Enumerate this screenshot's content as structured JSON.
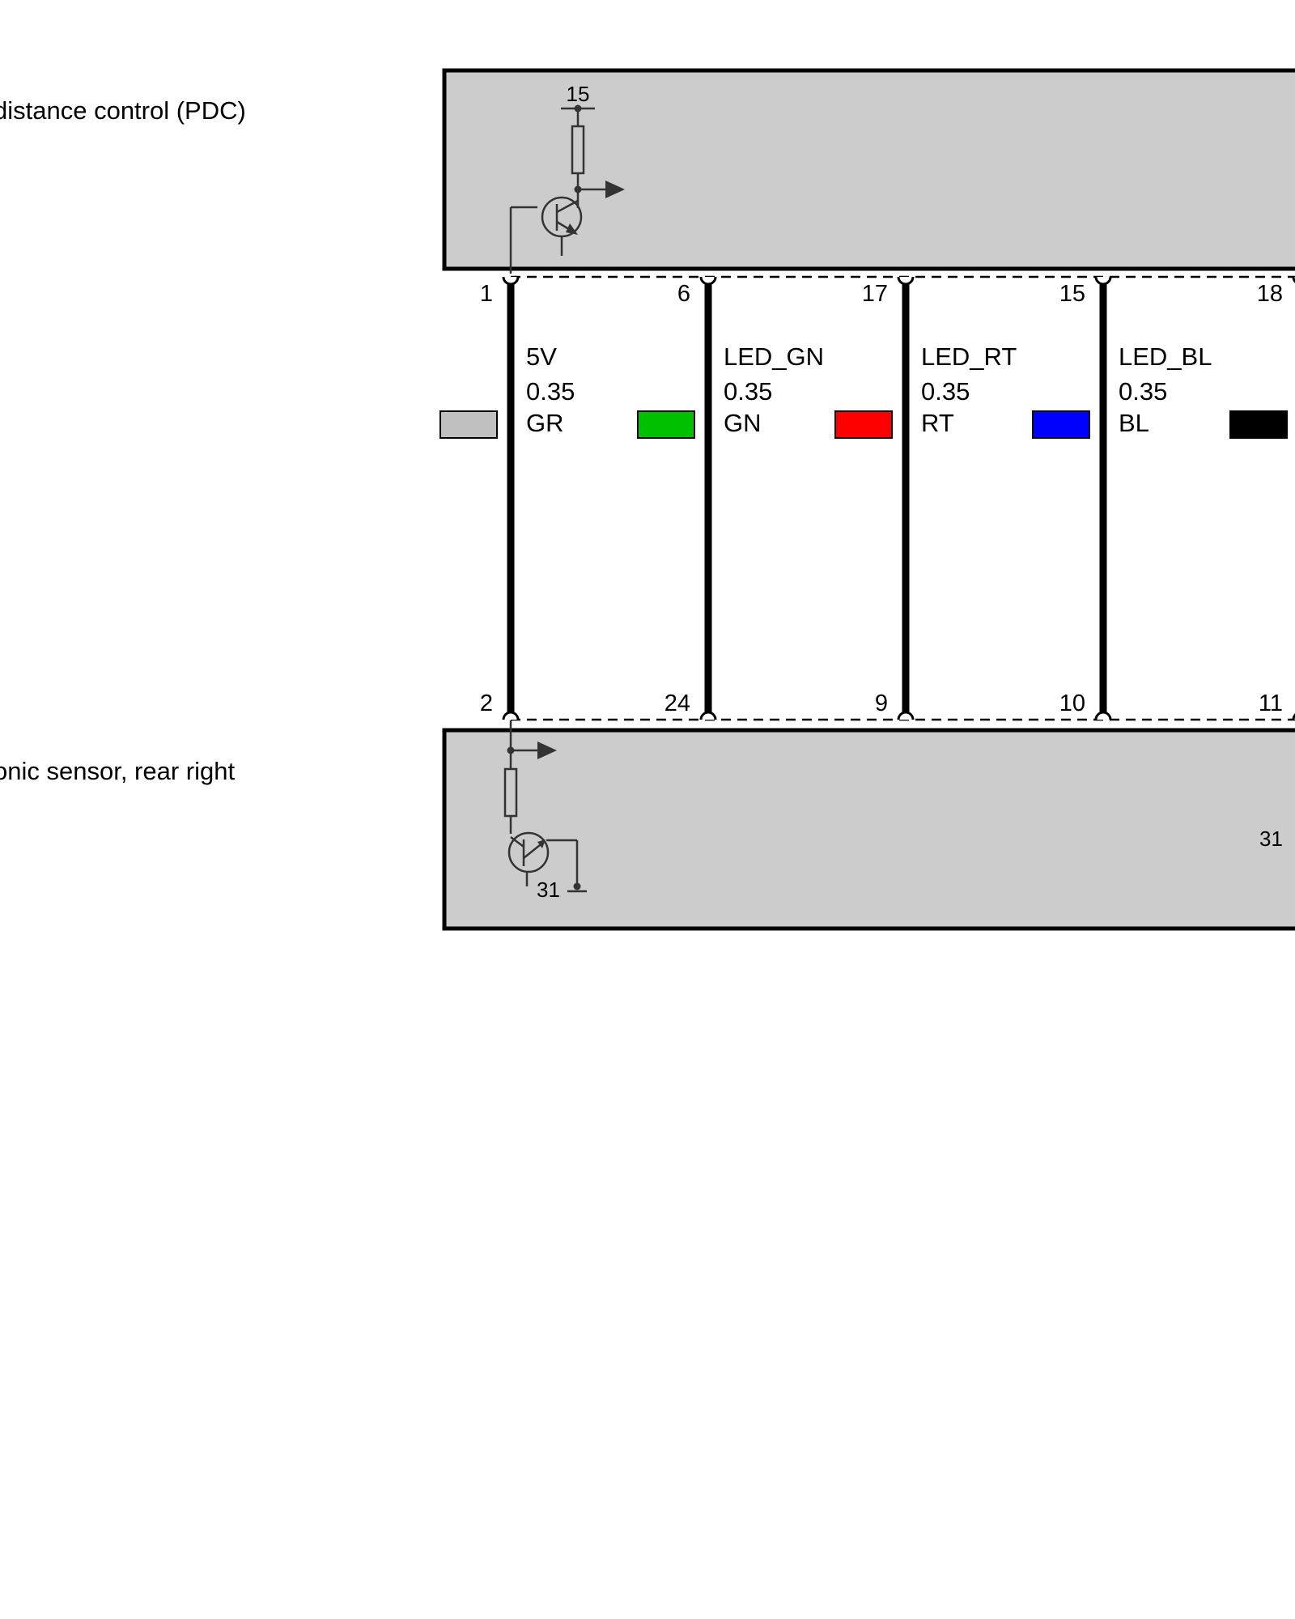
{
  "components": {
    "top": {
      "label": "distance control (PDC)",
      "supply_terminal": "15"
    },
    "bottom": {
      "label": "onic sensor, rear right",
      "ground_terminal": "31",
      "ground_terminal_right": "31"
    }
  },
  "wires": [
    {
      "signal": "5V",
      "gauge": "0.35",
      "color_code": "GR",
      "swatch": "#c0c0c0",
      "pin_top": "1",
      "pin_bottom": "2"
    },
    {
      "signal": "LED_GN",
      "gauge": "0.35",
      "color_code": "GN",
      "swatch": "#00c000",
      "pin_top": "6",
      "pin_bottom": "24"
    },
    {
      "signal": "LED_RT",
      "gauge": "0.35",
      "color_code": "RT",
      "swatch": "#ff0000",
      "pin_top": "17",
      "pin_bottom": "9"
    },
    {
      "signal": "LED_BL",
      "gauge": "0.35",
      "color_code": "BL",
      "swatch": "#0000ff",
      "pin_top": "15",
      "pin_bottom": "10"
    },
    {
      "signal": "",
      "gauge": "",
      "color_code": "",
      "swatch": "#000000",
      "pin_top": "18",
      "pin_bottom": "11"
    }
  ]
}
